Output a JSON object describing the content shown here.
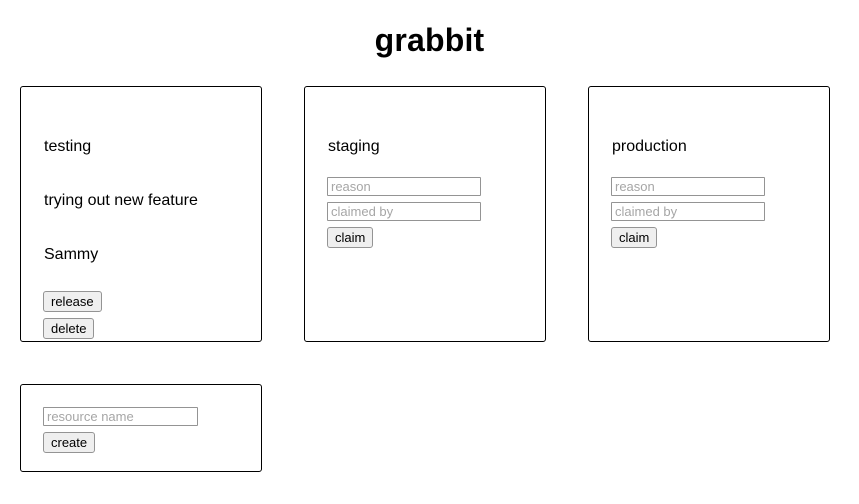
{
  "app": {
    "title": "grabbit"
  },
  "resources": [
    {
      "name": "testing",
      "claimed": true,
      "reason": "trying out new feature",
      "claimed_by": "Sammy",
      "release_label": "release",
      "delete_label": "delete"
    },
    {
      "name": "staging",
      "claimed": false,
      "reason_placeholder": "reason",
      "claimed_by_placeholder": "claimed by",
      "claim_label": "claim"
    },
    {
      "name": "production",
      "claimed": false,
      "reason_placeholder": "reason",
      "claimed_by_placeholder": "claimed by",
      "claim_label": "claim"
    }
  ],
  "create": {
    "resource_name_placeholder": "resource name",
    "create_label": "create"
  },
  "colors": {
    "page_background": "#ffffff",
    "card_border": "#000000",
    "text": "#000000",
    "placeholder": "#a6a6a6",
    "input_border": "#949494",
    "button_background": "#efefef"
  }
}
